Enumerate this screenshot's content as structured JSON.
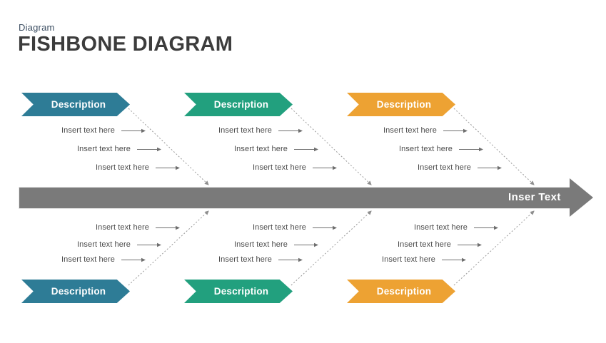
{
  "header": {
    "eyebrow": "Diagram",
    "title": "FISHBONE DIAGRAM"
  },
  "spine": {
    "label": "Inser Text",
    "color": "#7a7a7a"
  },
  "colors": {
    "teal": "#2e7c96",
    "green": "#22a07e",
    "orange": "#eda233",
    "spine_gray": "#7a7a7a",
    "bone_gray": "#9a9a9a",
    "text_gray": "#4a4a4a",
    "title_gray": "#3c3c3c",
    "eyebrow_slate": "#3d4f63"
  },
  "top_branches": [
    {
      "label": "Description",
      "color": "#2e7c96",
      "causes": [
        "Insert text here",
        "Insert text here",
        "Insert text here"
      ]
    },
    {
      "label": "Description",
      "color": "#22a07e",
      "causes": [
        "Insert text here",
        "Insert text here",
        "Insert text here"
      ]
    },
    {
      "label": "Description",
      "color": "#eda233",
      "causes": [
        "Insert text here",
        "Insert text here",
        "Insert text here"
      ]
    }
  ],
  "bottom_branches": [
    {
      "label": "Description",
      "color": "#2e7c96",
      "causes": [
        "Insert text here",
        "Insert text here",
        "Insert text here"
      ]
    },
    {
      "label": "Description",
      "color": "#22a07e",
      "causes": [
        "Insert text here",
        "Insert text here",
        "Insert text here"
      ]
    },
    {
      "label": "Description",
      "color": "#eda233",
      "causes": [
        "Insert text here",
        "Insert text here",
        "Insert text here"
      ]
    }
  ]
}
